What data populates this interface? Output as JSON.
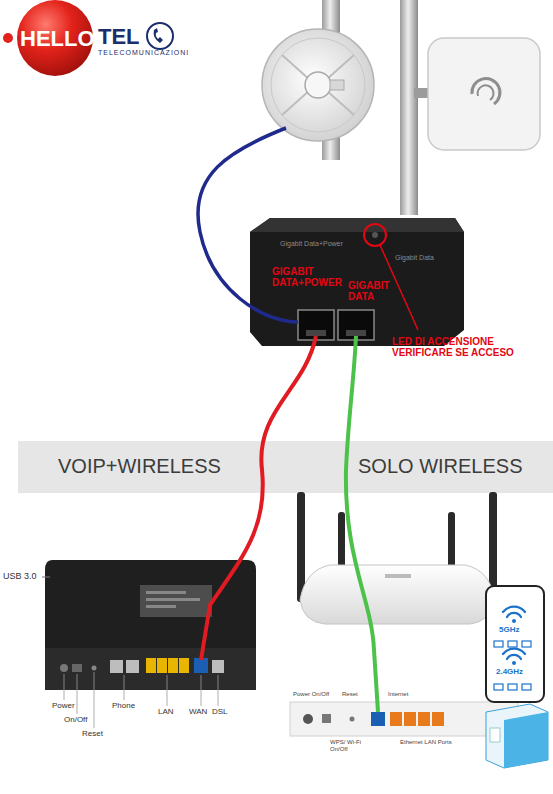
{
  "diagram": {
    "nodes": [
      {
        "text": [
          "GIGABIT DATA+POWER",
          "GIGABIT DATA"
        ]
      },
      {
        "text": [
          "VOIP+WIRELESS",
          "SOLO WIRELESS"
        ]
      }
    ],
    "labels": [
      "HELLO",
      "TEL",
      "TELECOMUNICAZIONI",
      "Gigabit Data+Power",
      "Gigabit Data",
      "LED DI ACCENSIONE VERIFICARE SE ACCESO",
      "USB 3.0",
      "Power",
      "On/Off",
      "Reset",
      "Phone",
      "LAN",
      "WAN",
      "DSL",
      "Power On/Off",
      "Reset",
      "Internet",
      "WPS/ Wi-Fi On/Off",
      "Ethernet LAN Ports",
      "5GHz",
      "2.4GHz"
    ]
  }
}
